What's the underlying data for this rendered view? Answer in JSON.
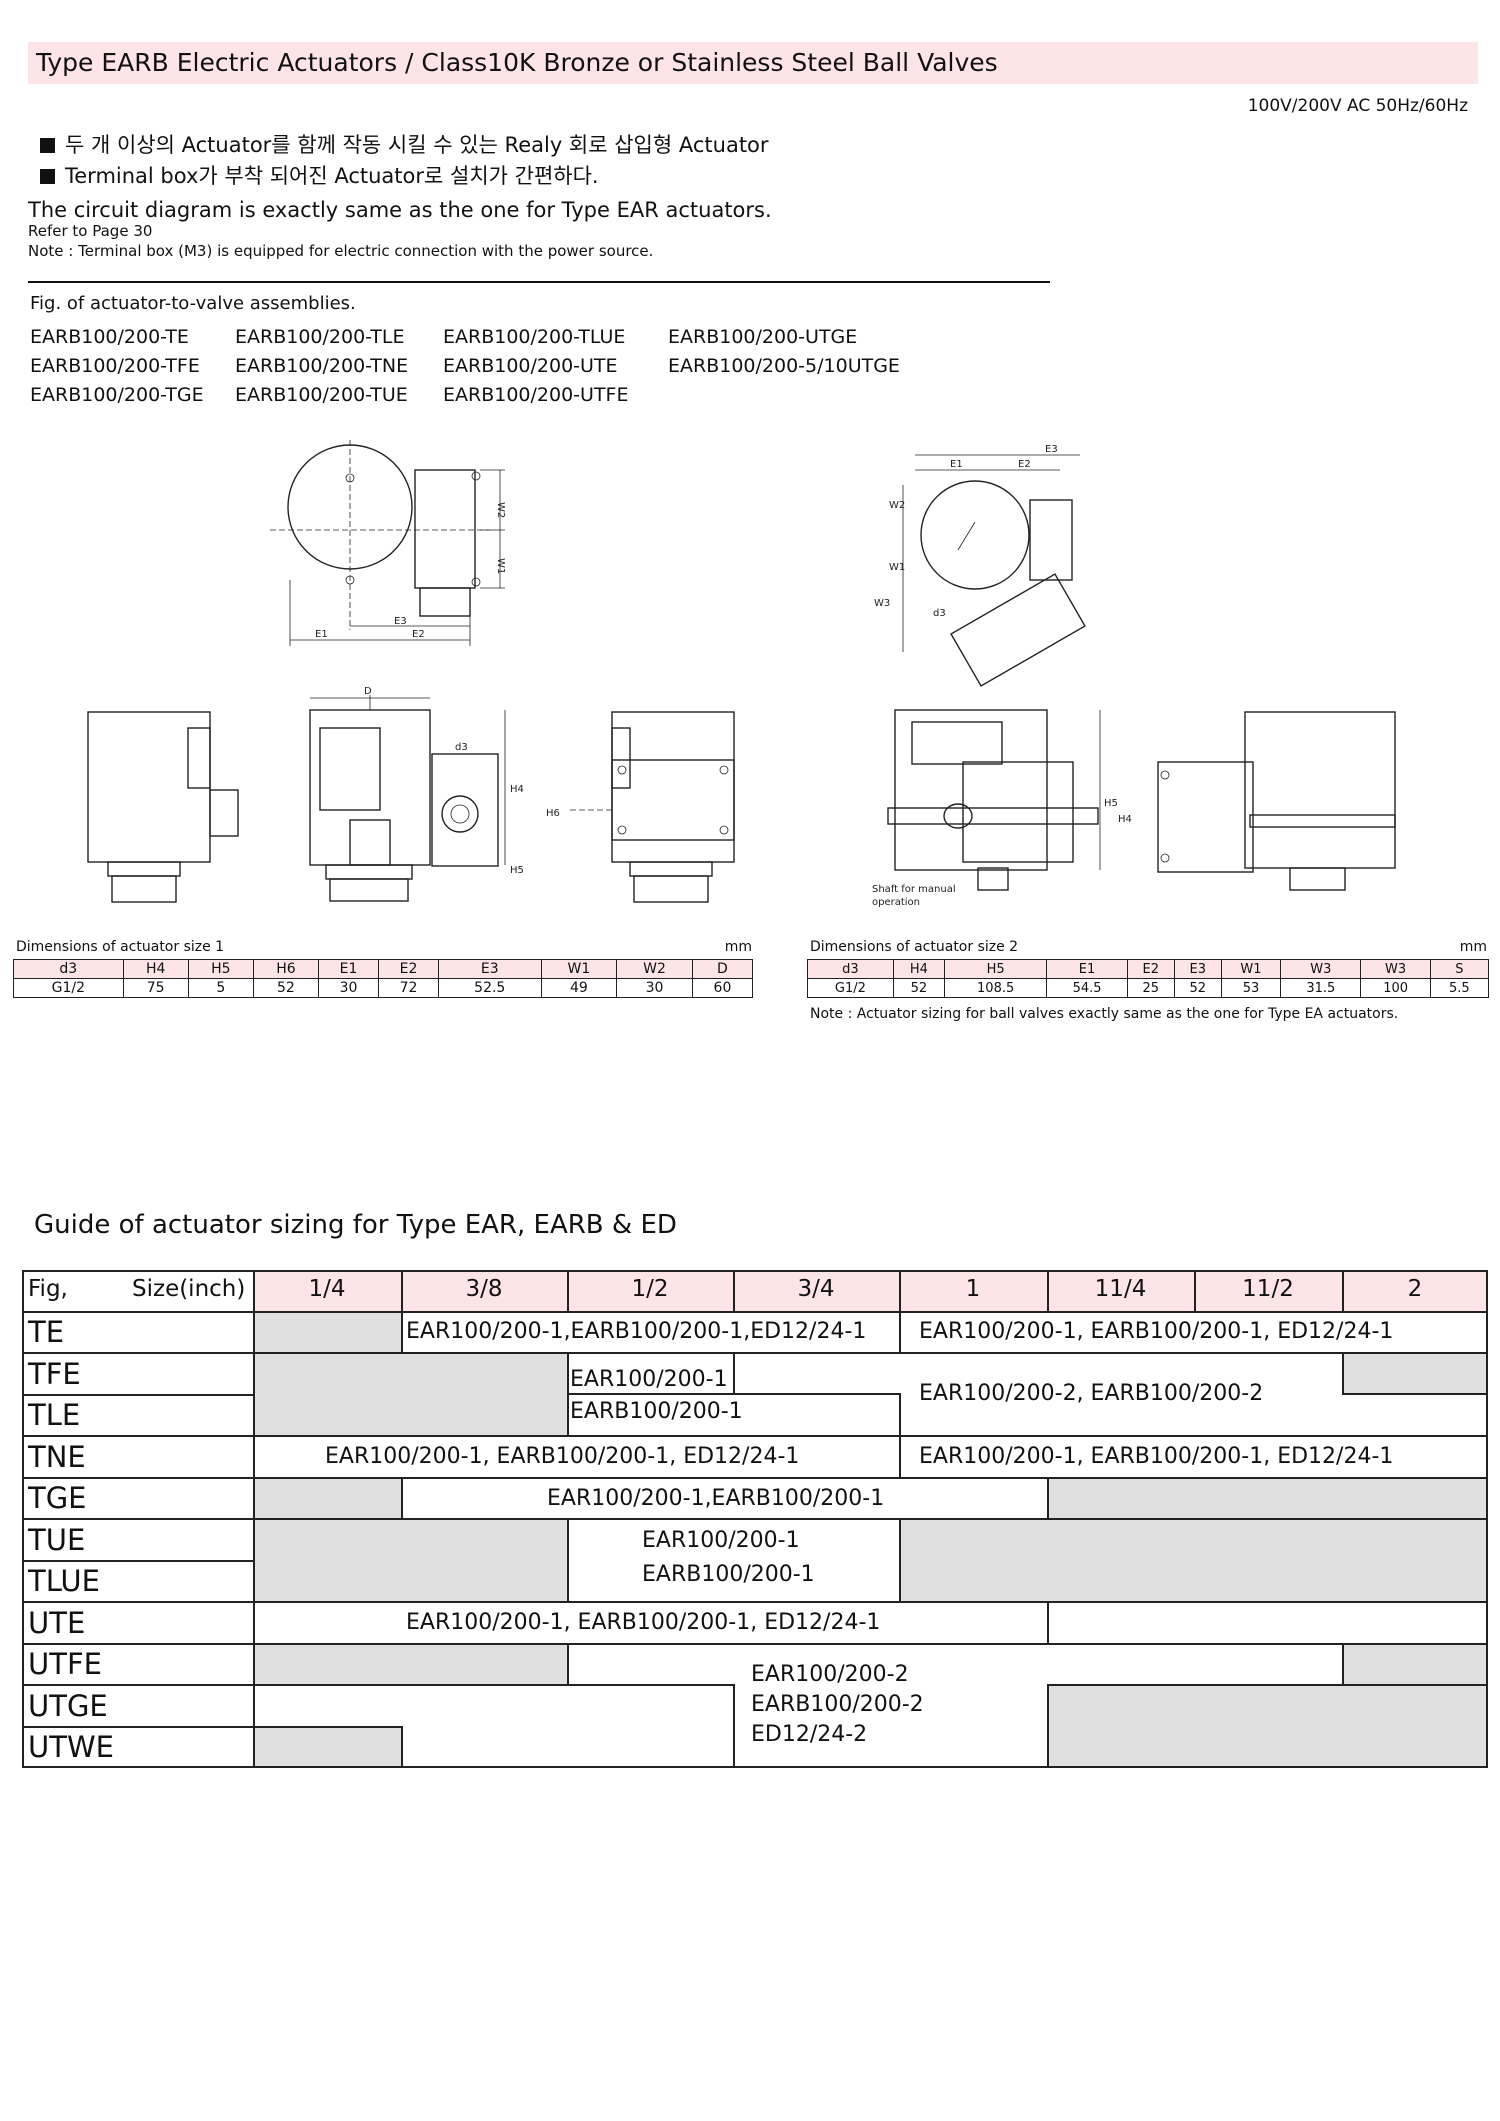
{
  "header": {
    "title": "Type EARB Electric Actuators / Class10K Bronze or Stainless Steel Ball Valves",
    "power": "100V/200V AC 50Hz/60Hz"
  },
  "intro": {
    "bullets": [
      "두 개 이상의 Actuator를 함께 작동 시킬 수 있는 Realy 회로 삽입형 Actuator",
      "Terminal box가 부착 되어진 Actuator로 설치가 간편하다."
    ],
    "circuit": "The circuit diagram is exactly same as the one for Type EAR actuators.",
    "refer": "Refer to Page 30",
    "note": "Note : Terminal box (M3) is equipped for electric connection with the  power source."
  },
  "assemblies": {
    "title": "Fig. of actuator-to-valve assemblies.",
    "models": [
      [
        "EARB100/200-TE",
        "EARB100/200-TFE",
        "EARB100/200-TGE"
      ],
      [
        "EARB100/200-TLE",
        "EARB100/200-TNE",
        "EARB100/200-TUE"
      ],
      [
        "EARB100/200-TLUE",
        "EARB100/200-UTE",
        "EARB100/200-UTFE"
      ],
      [
        "EARB100/200-UTGE",
        "EARB100/200-5/10UTGE"
      ]
    ]
  },
  "drawing": {
    "labels1": {
      "w2": "W2",
      "w1": "W1",
      "e1": "E1",
      "e2": "E2",
      "e3": "E3",
      "d": "D",
      "d3": "d3",
      "h4": "H4",
      "h5": "H5",
      "h6": "H6"
    },
    "labels2": {
      "e1": "E1",
      "e2": "E2",
      "e3": "E3",
      "w1": "W1",
      "w2": "W2",
      "w3": "W3",
      "d3": "d3",
      "h4": "H4",
      "h5": "H5"
    },
    "shaft_note": "Shaft for manual",
    "shaft_note2": "operation"
  },
  "size1": {
    "caption": "Dimensions of actuator size 1",
    "unit": "mm",
    "headers": [
      "d3",
      "H4",
      "H5",
      "H6",
      "E1",
      "E2",
      "E3",
      "W1",
      "W2",
      "D"
    ],
    "values": [
      "G1/2",
      "75",
      "5",
      "52",
      "30",
      "72",
      "52.5",
      "49",
      "30",
      "60"
    ]
  },
  "size2": {
    "caption": "Dimensions of actuator size 2",
    "unit": "mm",
    "headers": [
      "d3",
      "H4",
      "H5",
      "E1",
      "E2",
      "E3",
      "W1",
      "W3",
      "W3",
      "S"
    ],
    "values": [
      "G1/2",
      "52",
      "108.5",
      "54.5",
      "25",
      "52",
      "53",
      "31.5",
      "100",
      "5.5"
    ],
    "note": "Note : Actuator sizing for ball valves exactly same as the one for Type EA actuators."
  },
  "guide": {
    "title": "Guide of actuator sizing for Type EAR, EARB & ED",
    "corner_fig": "Fig,",
    "corner_size": "Size(inch)",
    "sizes": [
      "1/4",
      "3/8",
      "1/2",
      "3/4",
      "1",
      "11/4",
      "11/2",
      "2"
    ],
    "rows": [
      "TE",
      "TFE",
      "TLE",
      "TNE",
      "TGE",
      "TUE",
      "TLUE",
      "UTE",
      "UTFE",
      "UTGE",
      "UTWE"
    ],
    "texts": {
      "te_a": "EAR100/200-1,EARB100/200-1,ED12/24-1",
      "te_b": "EAR100/200-1, EARB100/200-1, ED12/24-1",
      "tfe_a": "EAR100/200-1",
      "tle_a": "EARB100/200-1",
      "tfe_b": "EAR100/200-2, EARB100/200-2",
      "tne_a": "EAR100/200-1, EARB100/200-1, ED12/24-1",
      "tne_b": "EAR100/200-1, EARB100/200-1, ED12/24-1",
      "tge_a": "EAR100/200-1,EARB100/200-1",
      "tue_a": "EAR100/200-1",
      "tlue_a": "EARB100/200-1",
      "ute_a": "EAR100/200-1, EARB100/200-1, ED12/24-1",
      "utfe_1": "EAR100/200-2",
      "utfe_2": "EARB100/200-2",
      "utfe_3": "ED12/24-2"
    }
  }
}
